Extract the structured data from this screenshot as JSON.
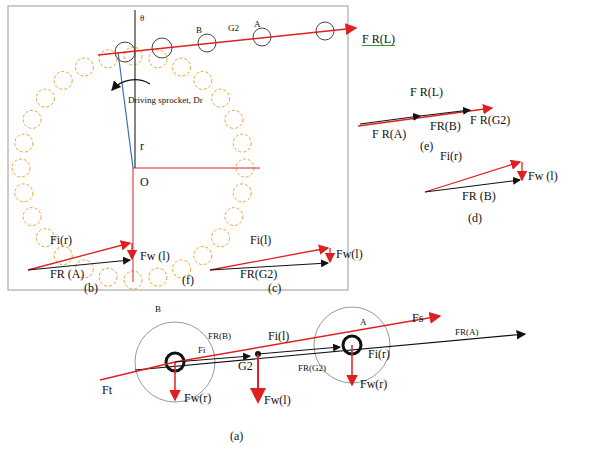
{
  "diagram": {
    "labels": [
      "F R(L)",
      "θ",
      "Driving sprocket, Dr",
      "r",
      "O",
      "B",
      "G2",
      "A",
      "(f)",
      "F R(L)",
      "F R(A)",
      "FR(B)",
      "F R(G2)",
      "(e)",
      "Fi(r)",
      "Fw (l)",
      "FR (B)",
      "(d)",
      "Fi(r)",
      "Fw (l)",
      "FR (A)",
      "(b)",
      "Fi(l)",
      "Fw(l)",
      "FR(G2)",
      "(c)",
      "B",
      "Ft",
      "Fi",
      "FR(B)",
      "Fw(r)",
      "G2",
      "Fi(l)",
      "FR(G2)",
      "Fw(l)",
      "A",
      "Fs",
      "Fi(r)",
      "Fw(r)",
      "FR(A)",
      "(a)"
    ]
  }
}
